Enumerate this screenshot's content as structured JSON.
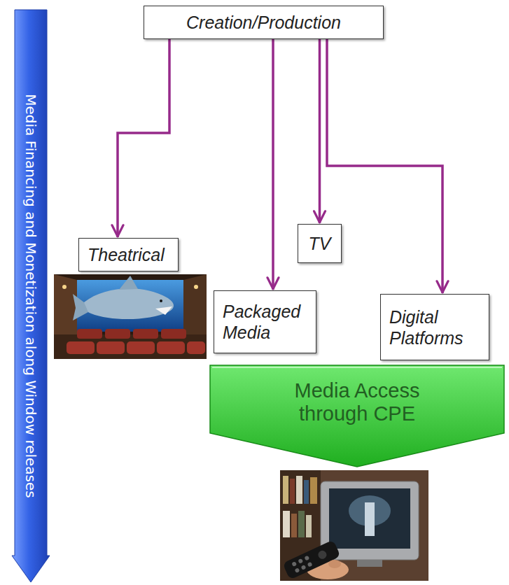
{
  "diagram": {
    "nodes": [
      {
        "text": [
          "Media Financing and Monetization along Window releases"
        ]
      },
      {
        "text": [
          "Creation/Production"
        ]
      },
      {
        "text": [
          "Theatrical"
        ]
      },
      {
        "text": [
          "TV"
        ]
      },
      {
        "text": [
          "Packaged Media"
        ]
      },
      {
        "text": [
          "Digital Platforms"
        ]
      },
      {
        "text": [
          "Media Access through CPE"
        ]
      }
    ],
    "edges": [
      {
        "from": 1,
        "to": 2,
        "arrow": "to"
      },
      {
        "from": 1,
        "to": 4,
        "arrow": "to"
      },
      {
        "from": 1,
        "to": 3,
        "arrow": "to"
      },
      {
        "from": 1,
        "to": 5,
        "arrow": "to"
      }
    ]
  }
}
